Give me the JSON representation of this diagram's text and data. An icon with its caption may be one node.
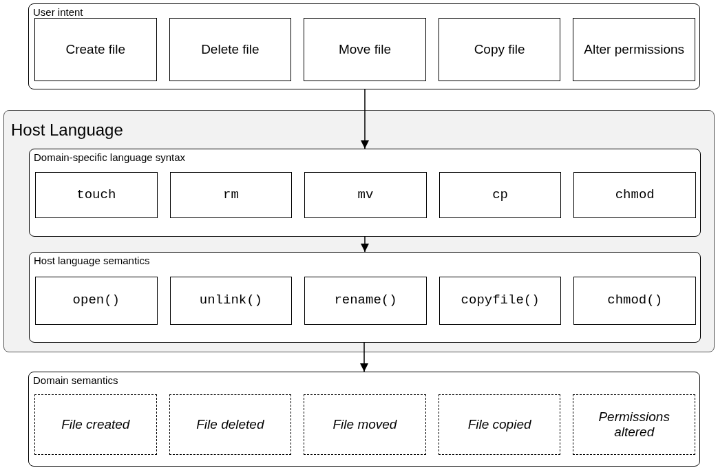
{
  "diagram": {
    "nodes": [
      {
        "text": [
          "User intent"
        ]
      },
      {
        "text": [
          "Create file"
        ],
        "in": 0
      },
      {
        "text": [
          "Delete file"
        ],
        "in": 0
      },
      {
        "text": [
          "Move file"
        ],
        "in": 0
      },
      {
        "text": [
          "Copy file"
        ],
        "in": 0
      },
      {
        "text": [
          "Alter permissions"
        ],
        "in": 0
      },
      {
        "text": [
          "Host Language"
        ]
      },
      {
        "text": [
          "Domain-specific language syntax"
        ],
        "in": 6
      },
      {
        "text": [
          "touch"
        ],
        "in": 7
      },
      {
        "text": [
          "rm"
        ],
        "in": 7
      },
      {
        "text": [
          "mv"
        ],
        "in": 7
      },
      {
        "text": [
          "cp"
        ],
        "in": 7
      },
      {
        "text": [
          "chmod"
        ],
        "in": 7
      },
      {
        "text": [
          "Host language semantics"
        ],
        "in": 6
      },
      {
        "text": [
          "open()"
        ],
        "in": 13
      },
      {
        "text": [
          "unlink()"
        ],
        "in": 13
      },
      {
        "text": [
          "rename()"
        ],
        "in": 13
      },
      {
        "text": [
          "copyfile()"
        ],
        "in": 13
      },
      {
        "text": [
          "chmod()"
        ],
        "in": 13
      },
      {
        "text": [
          "Domain semantics"
        ]
      },
      {
        "text": [
          "File created"
        ],
        "in": 19
      },
      {
        "text": [
          "File deleted"
        ],
        "in": 19
      },
      {
        "text": [
          "File moved"
        ],
        "in": 19
      },
      {
        "text": [
          "File copied"
        ],
        "in": 19
      },
      {
        "text": [
          "Permissions altered"
        ],
        "in": 19
      }
    ],
    "edges": [
      {
        "from": 0,
        "to": 7,
        "arrow": "to"
      },
      {
        "from": 7,
        "to": 13,
        "arrow": "to"
      },
      {
        "from": 13,
        "to": 19,
        "arrow": "to"
      }
    ]
  }
}
